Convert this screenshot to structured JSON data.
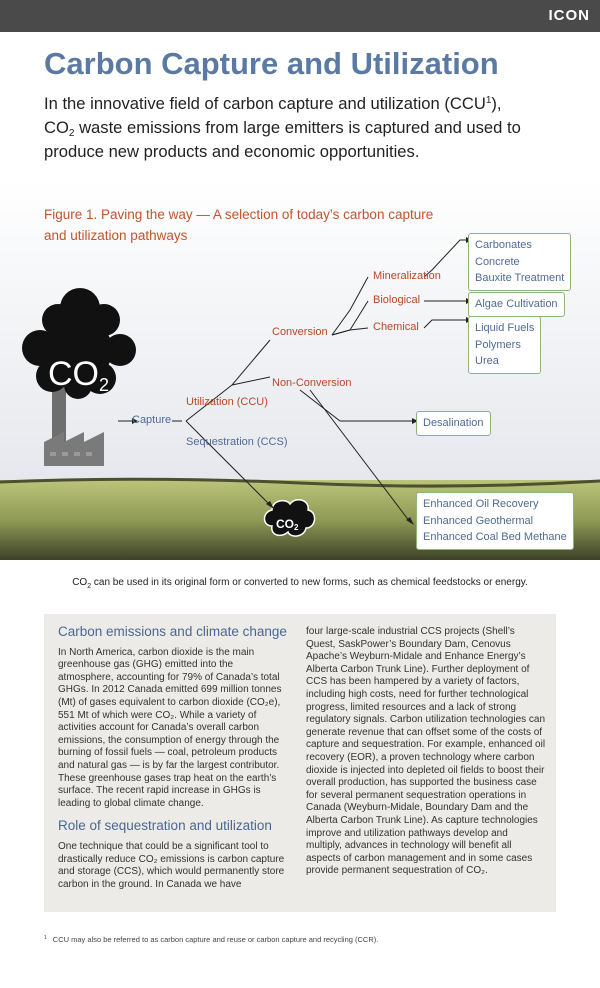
{
  "header": {
    "logo": "ICON"
  },
  "title": "Carbon Capture and Utilization",
  "intro": {
    "part1": "In the innovative field of carbon capture and utilization (CCU",
    "sup": "1",
    "part2": "),",
    "line2a": "CO",
    "line2sub": "2",
    "line2b": " waste emissions from large emitters is captured and used to produce new products and economic opportunities."
  },
  "figure": {
    "caption": "Figure 1. Paving the way — A selection of today’s carbon capture and utilization pathways",
    "co2_label": "CO",
    "co2_sub": "2",
    "nodes": {
      "capture": "Capture",
      "utilization": "Utilization (CCU)",
      "sequestration": "Sequestration (CCS)",
      "conversion": "Conversion",
      "non_conversion": "Non-Conversion",
      "mineralization": "Mineralization",
      "biological": "Biological",
      "chemical": "Chemical"
    },
    "boxes": {
      "mineralization": [
        "Carbonates",
        "Concrete",
        "Bauxite Treatment"
      ],
      "biological": [
        "Algae Cultivation"
      ],
      "chemical": [
        "Liquid Fuels",
        "Polymers",
        "Urea"
      ],
      "desalination": [
        "Desalination"
      ],
      "sequestration": [
        "Enhanced Oil Recovery",
        "Enhanced Geothermal",
        "Enhanced Coal Bed Methane"
      ]
    },
    "note_a": "CO",
    "note_sub": "2",
    "note_b": " can be used in its original form or converted to new forms, such as chemical feedstocks or energy."
  },
  "panel": {
    "heading1": "Carbon emissions and climate change",
    "para1": "In North America, carbon dioxide is the main greenhouse gas (GHG) emitted into the atmosphere, accounting for 79% of Canada’s total GHGs. In 2012 Canada emitted 699 million tonnes (Mt) of gases equivalent to carbon dioxide (CO₂e), 551 Mt of which were CO₂. While a variety of activities account for Canada’s overall carbon emissions, the consumption of energy through the burning of fossil fuels — coal, petroleum products and natural gas — is by far the largest contributor. These greenhouse gases trap heat on the earth’s surface. The recent rapid increase in GHGs is leading to global climate change.",
    "heading2": "Role of sequestration and utilization",
    "para2": "One technique that could be a significant tool to drastically reduce CO₂ emissions is carbon capture and storage (CCS), which would permanently store carbon in the ground. In Canada we have",
    "para3": "four large-scale industrial CCS projects (Shell’s Quest, SaskPower’s Boundary Dam, Cenovus Apache’s Weyburn-Midale and Enhance Energy’s Alberta Carbon Trunk Line). Further deployment of CCS has been hampered by a variety of factors, including high costs, need for further technological progress, limited resources and a lack of strong regulatory signals. Carbon utilization technologies can generate revenue that can offset some of the costs of capture and sequestration. For example, enhanced oil recovery (EOR), a proven technology where carbon dioxide is injected into depleted oil fields to boost their overall production, has supported the business case for several permanent sequestration operations in Canada (Weyburn-Midale, Boundary Dam and the Alberta Carbon Trunk Line). As capture technologies improve and utilization pathways develop and multiply, advances in technology will benefit all aspects of carbon management and in some cases provide permanent sequestration of CO₂."
  },
  "footnote": {
    "mark": "1",
    "text": "CCU may also be referred to as carbon capture and reuse or carbon capture and recycling (CCR)."
  }
}
